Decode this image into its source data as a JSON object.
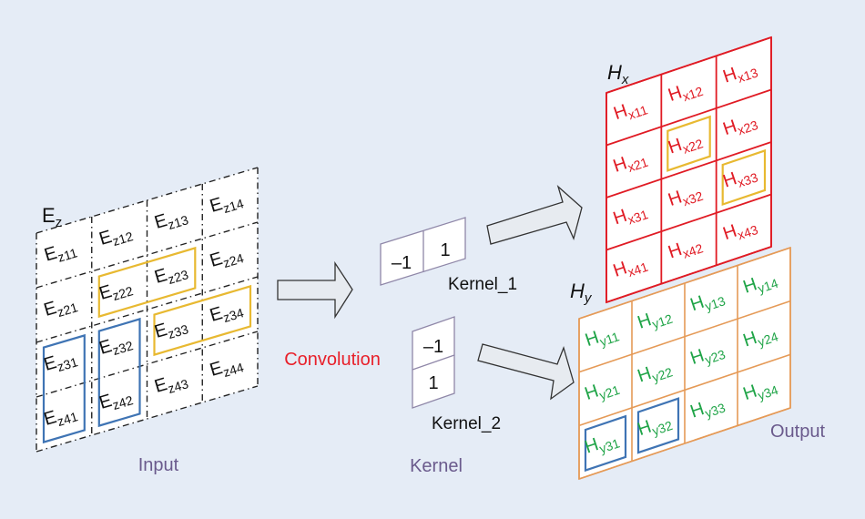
{
  "input": {
    "grid_label": "E",
    "grid_label_sub": "z",
    "caption": "Input",
    "rows": 4,
    "cols": 4,
    "cells": [
      [
        "z11",
        "z12",
        "z13",
        "z14"
      ],
      [
        "z21",
        "z22",
        "z23",
        "z24"
      ],
      [
        "z31",
        "z32",
        "z33",
        "z34"
      ],
      [
        "z41",
        "z42",
        "z43",
        "z44"
      ]
    ],
    "cell_prefix": "E",
    "highlights": [
      {
        "color": "#e8b931",
        "cells": [
          [
            1,
            1
          ],
          [
            1,
            2
          ]
        ]
      },
      {
        "color": "#e8b931",
        "cells": [
          [
            2,
            2
          ],
          [
            2,
            3
          ]
        ]
      },
      {
        "color": "#3f74b4",
        "cells": [
          [
            2,
            0
          ],
          [
            3,
            0
          ]
        ]
      },
      {
        "color": "#3f74b4",
        "cells": [
          [
            2,
            1
          ],
          [
            3,
            1
          ]
        ]
      }
    ]
  },
  "operation": {
    "label": "Convolution",
    "color": "#e8202a"
  },
  "kernels": {
    "caption": "Kernel",
    "kernel_1": {
      "label": "Kernel_1",
      "values": [
        "–1",
        "1"
      ],
      "orientation": "horizontal"
    },
    "kernel_2": {
      "label": "Kernel_2",
      "values": [
        "–1",
        "1"
      ],
      "orientation": "vertical"
    }
  },
  "outputs": {
    "caption": "Output",
    "hx": {
      "label": "H",
      "label_sub": "x",
      "cell_prefix": "H",
      "color": "#e01b24",
      "text_color": "#e01b24",
      "rows": 4,
      "cols": 3,
      "cells": [
        [
          "x11",
          "x12",
          "x13"
        ],
        [
          "x21",
          "x22",
          "x23"
        ],
        [
          "x31",
          "x32",
          "x33"
        ],
        [
          "x41",
          "x42",
          "x43"
        ]
      ],
      "highlights": [
        {
          "color": "#e8b931",
          "cells": [
            [
              1,
              1
            ]
          ]
        },
        {
          "color": "#e8b931",
          "cells": [
            [
              2,
              2
            ]
          ]
        }
      ]
    },
    "hy": {
      "label": "H",
      "label_sub": "y",
      "cell_prefix": "H",
      "color": "#e59a57",
      "text_color": "#1fa447",
      "rows": 3,
      "cols": 4,
      "cells": [
        [
          "y11",
          "y12",
          "y13",
          "y14"
        ],
        [
          "y21",
          "y22",
          "y23",
          "y24"
        ],
        [
          "y31",
          "y32",
          "y33",
          "y34"
        ]
      ],
      "highlights": [
        {
          "color": "#3f74b4",
          "cells": [
            [
              2,
              0
            ]
          ]
        },
        {
          "color": "#3f74b4",
          "cells": [
            [
              2,
              1
            ]
          ]
        }
      ]
    }
  },
  "colors": {
    "background": "#e5ecf6",
    "caption": "#6a5a8c",
    "arrow_fill": "#e7ebf0",
    "arrow_stroke": "#333333",
    "kernel_stroke": "#8f87a8"
  }
}
